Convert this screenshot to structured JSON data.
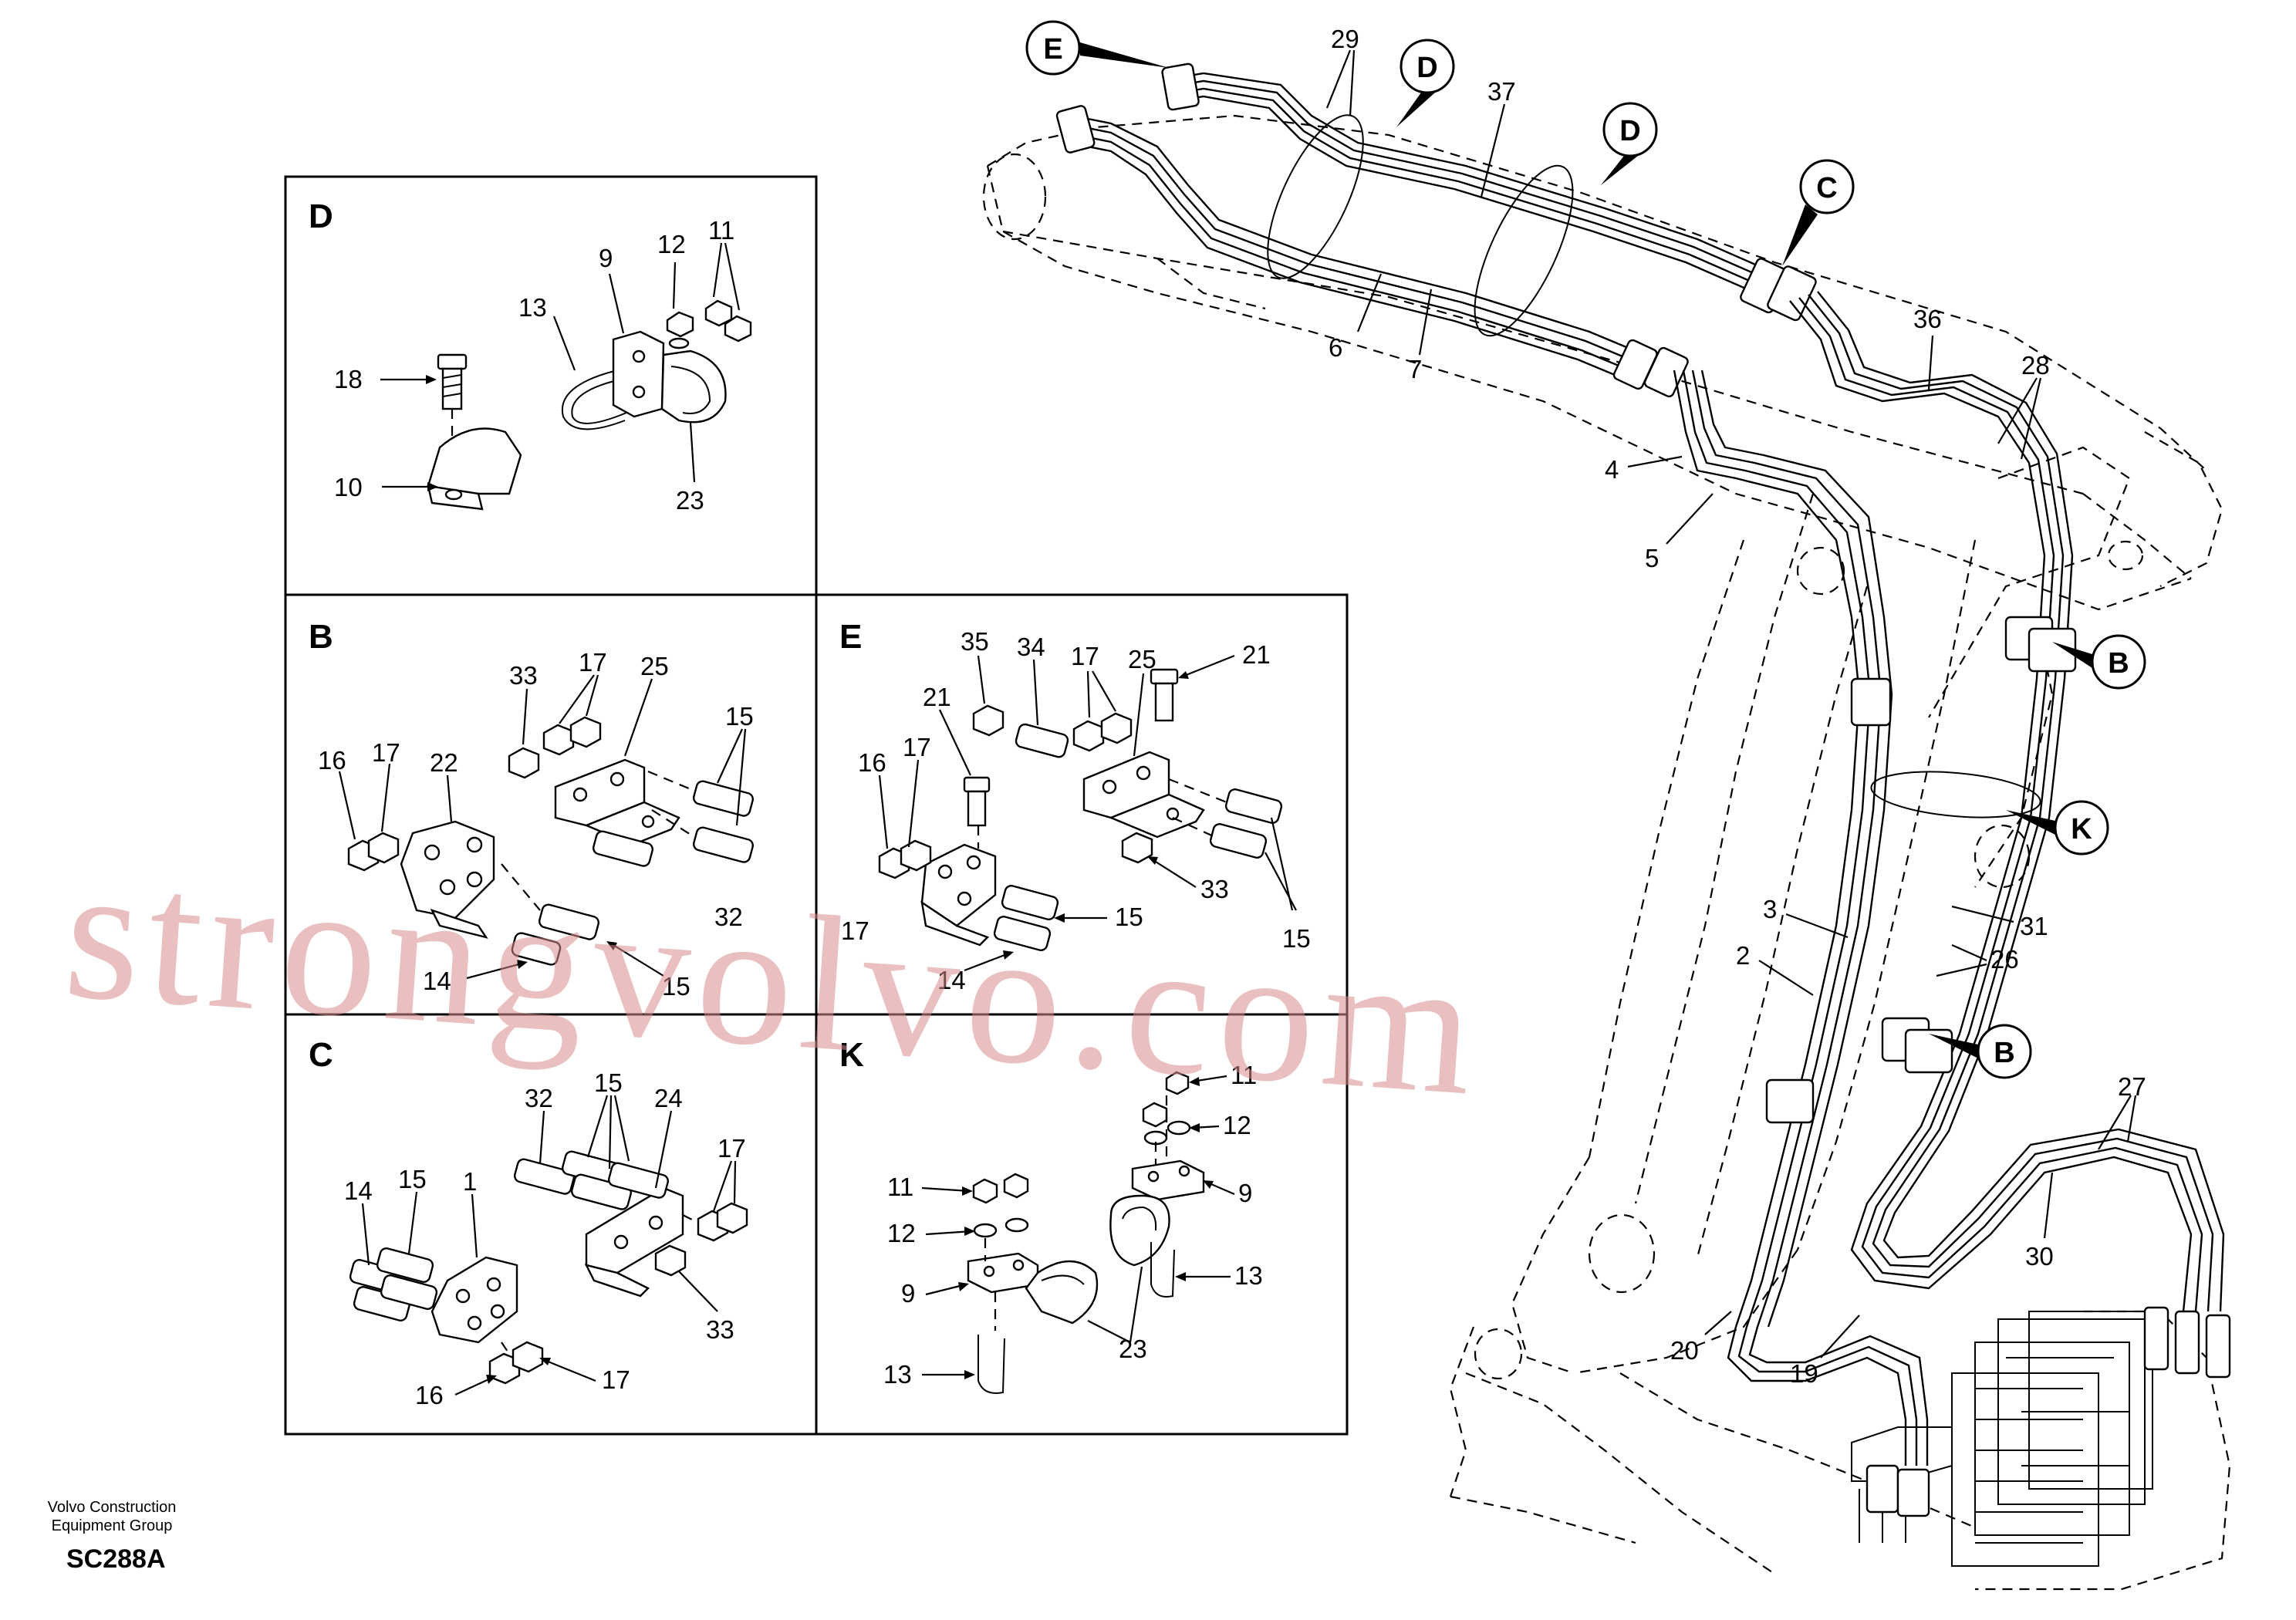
{
  "footer": {
    "company_line1": "Volvo Construction",
    "company_line2": "Equipment Group",
    "code": "SC288A"
  },
  "watermark": "strongvolvo.com",
  "detail_panels": {
    "d": {
      "title": "D",
      "labels": [
        "12",
        "11",
        "9",
        "13",
        "18",
        "10",
        "23"
      ]
    },
    "b": {
      "title": "B",
      "labels": [
        "33",
        "17",
        "25",
        "15",
        "16",
        "17",
        "22",
        "32",
        "14",
        "15"
      ]
    },
    "e": {
      "title": "E",
      "labels": [
        "35",
        "34",
        "17",
        "25",
        "21",
        "21",
        "17",
        "16",
        "33",
        "15",
        "17",
        "14",
        "15"
      ]
    },
    "c": {
      "title": "C",
      "labels": [
        "32",
        "15",
        "24",
        "17",
        "14",
        "15",
        "1",
        "33",
        "16",
        "17"
      ]
    },
    "k": {
      "title": "K",
      "labels": [
        "11",
        "12",
        "9",
        "11",
        "12",
        "9",
        "13",
        "23",
        "13"
      ]
    }
  },
  "main_view": {
    "callouts": [
      "E",
      "D",
      "D",
      "C",
      "B",
      "K",
      "B"
    ],
    "labels": [
      "29",
      "37",
      "6",
      "7",
      "36",
      "28",
      "4",
      "5",
      "3",
      "2",
      "31",
      "26",
      "27",
      "30",
      "20",
      "19"
    ]
  }
}
